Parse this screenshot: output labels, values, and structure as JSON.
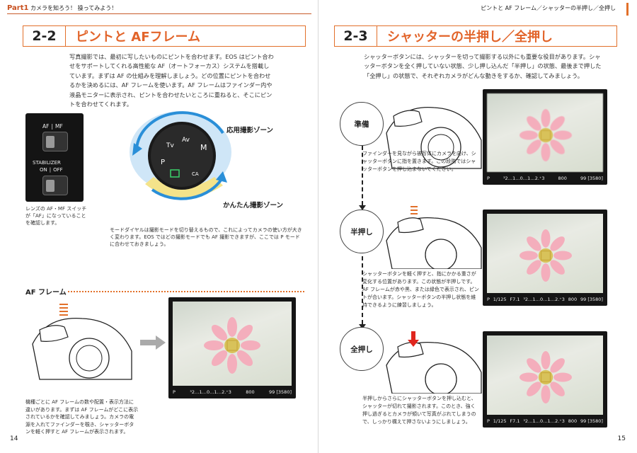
{
  "left": {
    "header": {
      "part_label": "Part",
      "part_num": "1",
      "text": "カメラを知ろう！ 操ってみよう！"
    },
    "section": {
      "num": "2-2",
      "title": "ピントと AFフレーム"
    },
    "intro": "写真撮影では、最初に写したいものにピントを合わせます。EOS はピント合わせをサポートしてくれる高性能な AF（オートフォーカス）システムを搭載しています。まずは AF の仕組みを理解しましょう。どの位置にピントを合わせるかを決めるには、AF フレームを使います。AF フレームはファインダー内や液晶モニターに表示され、ピントを合わせたいところに重ねると、そこにピントを合わせてくれます。",
    "switch": {
      "af": "AF",
      "mf": "MF",
      "stab": "STABILIZER",
      "on": "ON",
      "off": "OFF"
    },
    "switch_caption": "レンズの AF・MF スイッチが「AF」になっていることを確認します。",
    "dial": {
      "zone_app": "応用撮影ゾーン",
      "zone_easy": "かんたん撮影ゾーン",
      "m": "M",
      "av": "Av",
      "tv": "Tv",
      "p": "P",
      "ca": "CA"
    },
    "dial_caption": "モードダイヤルは撮影モードを切り替えるもので、これによってカメラの使い方が大きく変わります。EOS ではどの撮影モードでも AF 撮影できますが、ここでは P モードに合わせておきましょう。",
    "af_frame_heading": "AF フレーム",
    "lcd": {
      "mode": "P",
      "scale": "³2.‥1.‥0.‥1.‥2.⁺3",
      "iso": "800",
      "shots": "99",
      "buffer": "[3580]"
    },
    "bottom_text": "機種ごとに AF フレームの数や配置・表示方法に違いがあります。まずは AF フレームがどこに表示されているかを確認してみましょう。カメラの電源を入れてファインダーを覗き、シャッターボタンを軽く押すと AF フレームが表示されます。",
    "page_num": "14"
  },
  "right": {
    "header": {
      "text": "ピントと AF フレーム／シャッターの半押し／全押し"
    },
    "section": {
      "num": "2-3",
      "title": "シャッターの半押し／全押し"
    },
    "intro": "シャッターボタンには、シャッターを切って撮影する以外にも重要な役目があります。シャッターボタンを全く押していない状態、少し押し込んだ「半押し」の状態、最後まで押した「全押し」の状態で、それぞれカメラがどんな動きをするか、確認してみましょう。",
    "steps": [
      {
        "label": "準備",
        "text": "ファインダーを見ながら被写体にカメラを向け、シャッターボタンに指を置きます。この段階ではシャッターボタンを押し込まないでください。",
        "lcd": {
          "mode": "P",
          "shutter": "",
          "aperture": "",
          "scale": "³2.‥1.‥0.‥1.‥2.⁺3",
          "iso": "800",
          "shots": "99",
          "buffer": "[3580]"
        }
      },
      {
        "label": "半押し",
        "text": "シャッターボタンを軽く押すと、指にかかる重さが変化する位置があります。この状態が半押しです。AF フレームが赤や黒、または緑色で表示され、ピントが合います。シャッターボタンの半押し状態を維持できるように練習しましょう。",
        "lcd": {
          "mode": "P",
          "shutter": "1/125",
          "aperture": "F7.1",
          "scale": "³2.‥1.‥0.‥1.‥2.⁺3",
          "iso": "800",
          "shots": "99",
          "buffer": "[3580]"
        }
      },
      {
        "label": "全押し",
        "text": "半押しからさらにシャッターボタンを押し込むと、シャッターが切れて撮影されます。このとき、強く押し過ぎるとカメラが傾いて写真がぶれてしまうので、しっかり構えて押さないようにしましょう。",
        "lcd": {
          "mode": "P",
          "shutter": "1/125",
          "aperture": "F7.1",
          "scale": "³2.‥1.‥0.‥1.‥2.⁺3",
          "iso": "800",
          "shots": "99",
          "buffer": "[3580]"
        }
      }
    ],
    "page_num": "15"
  },
  "colors": {
    "accent": "#e2702a",
    "title": "#e2642a",
    "dial_blue": "#2a8fd8",
    "dial_yellow": "#f4e38a",
    "af_frame": "#c9a83c",
    "press_red": "#e0261e"
  }
}
